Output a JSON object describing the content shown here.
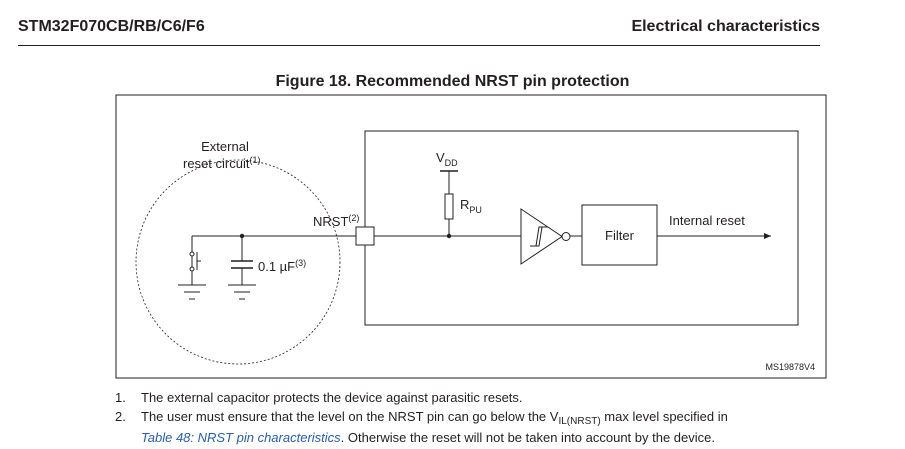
{
  "header": {
    "left": "STM32F070CB/RB/C6/F6",
    "right": "Electrical characteristics"
  },
  "figure": {
    "title": "Figure 18. Recommended NRST pin protection",
    "labels": {
      "ext_line1": "External",
      "ext_line2": "reset circuit",
      "ext_note": "(1)",
      "cap_value": "0.1 µF",
      "cap_note": "(3)",
      "vdd_main": "V",
      "vdd_sub": "DD",
      "rpu_main": "R",
      "rpu_sub": "PU",
      "nrst": "NRST",
      "nrst_note": "(2)",
      "filter": "Filter",
      "internal_reset": "Internal reset",
      "ref_code": "MS19878V4"
    }
  },
  "notes": [
    {
      "num": "1.",
      "text": "The external capacitor protects the device against parasitic resets."
    },
    {
      "num": "2.",
      "pre": "The user must ensure that the level on the NRST pin can go below the V",
      "sub": "IL(NRST)",
      "mid": " max level specified in",
      "link": "Table 48: NRST pin characteristics",
      "post": ". Otherwise the reset will not be taken into account by the device."
    }
  ]
}
